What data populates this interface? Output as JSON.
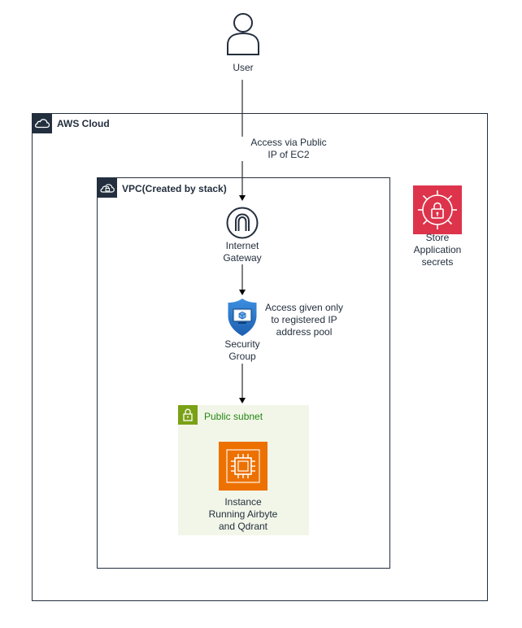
{
  "user": {
    "label": "User"
  },
  "edges": {
    "user_to_igw": {
      "label_line1": "Access via Public",
      "label_line2": "IP of EC2"
    },
    "sg_note": {
      "line1": "Access given only",
      "line2": "to registered IP",
      "line3": "address pool"
    }
  },
  "aws_cloud": {
    "title": "AWS Cloud"
  },
  "vpc": {
    "title": "VPC(Created by stack)"
  },
  "internet_gateway": {
    "line1": "Internet",
    "line2": "Gateway"
  },
  "security_group": {
    "line1": "Security",
    "line2": "Group"
  },
  "public_subnet": {
    "title": "Public subnet"
  },
  "instance": {
    "line1": "Instance",
    "line2": "Running Airbyte",
    "line3": "and Qdrant"
  },
  "secrets_manager": {
    "line1": "Store",
    "line2": "Application",
    "line3": "secrets"
  },
  "colors": {
    "line": "#232f3e",
    "subnet_fill": "#f2f6e8",
    "subnet_accent": "#7aa116",
    "subnet_text": "#248814",
    "ec2_orange": "#ed7100",
    "secrets_red": "#dd344c",
    "sg_blue": "#2b7cd3"
  }
}
